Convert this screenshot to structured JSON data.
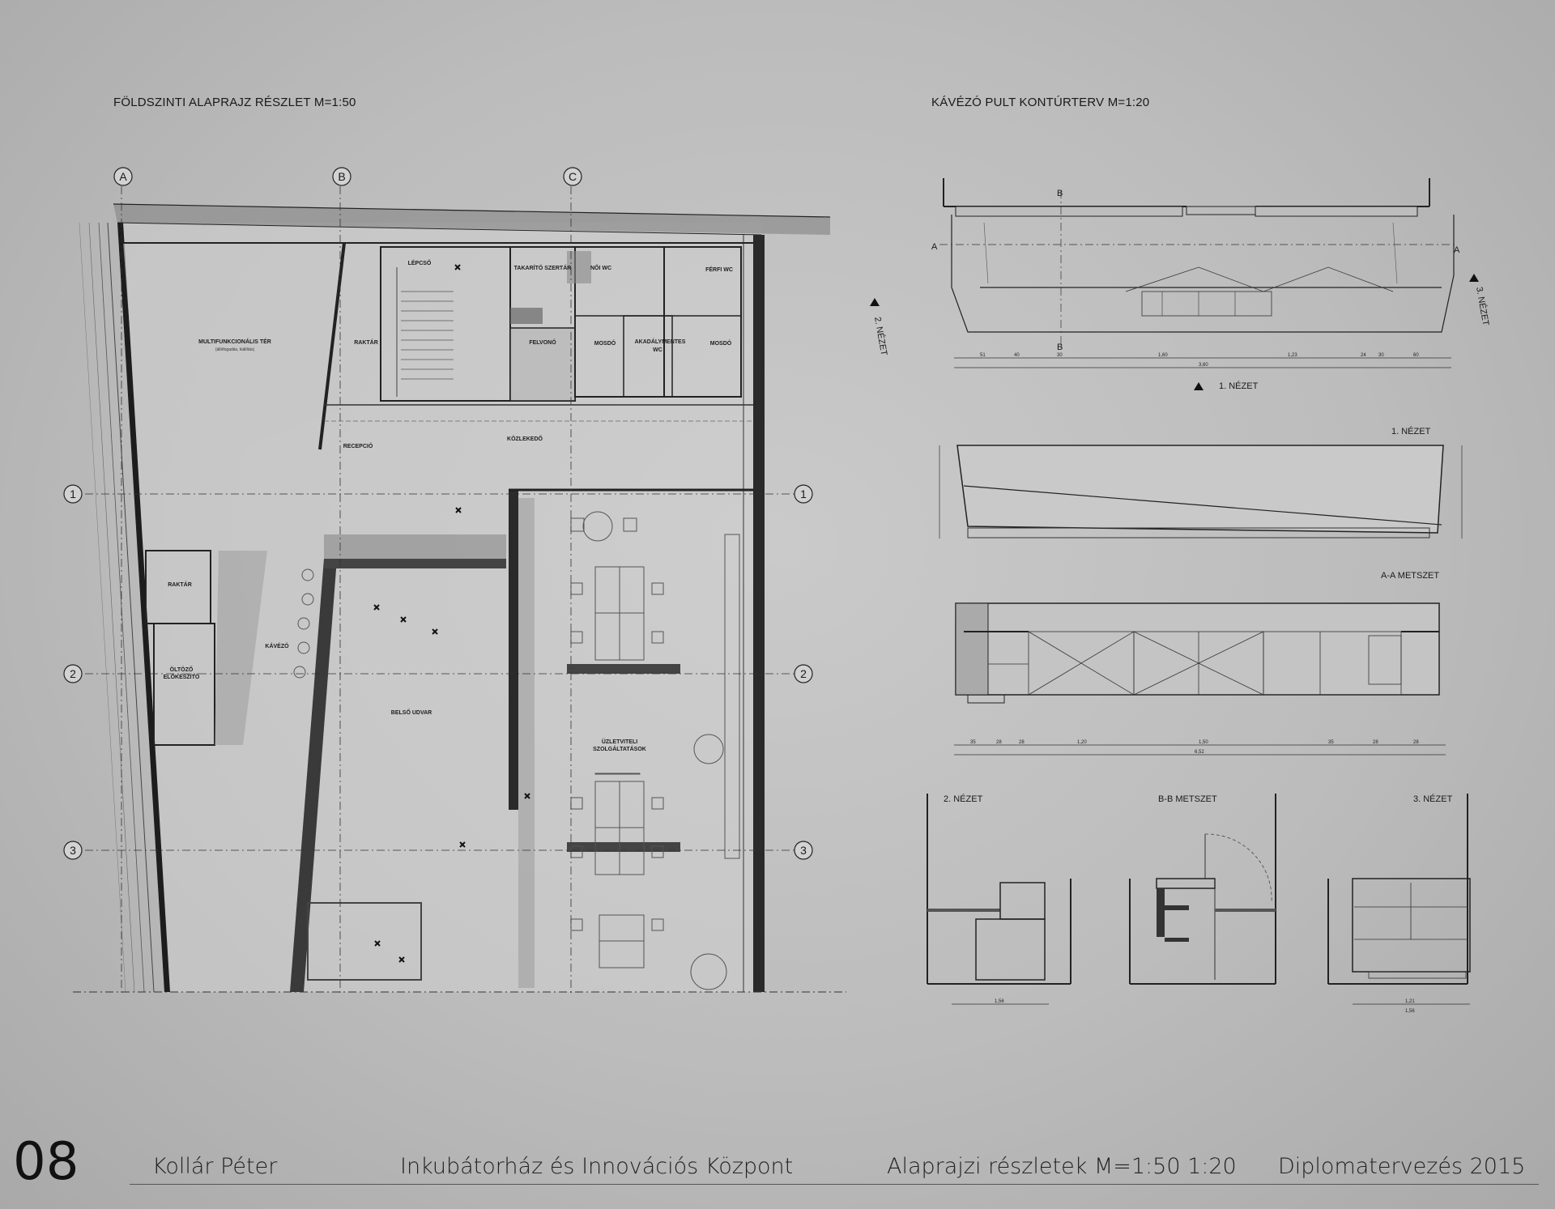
{
  "titles": {
    "floorplan": "FÖLDSZINTI ALAPRAJZ RÉSZLET  M=1:50",
    "counter": "KÁVÉZÓ PULT KONTÚRTERV  M=1:20"
  },
  "grid_letters": [
    "A",
    "B",
    "C"
  ],
  "grid_numbers": [
    "1",
    "2",
    "3"
  ],
  "rooms": {
    "multi": "MULTIFUNKCIONÁLIS TÉR",
    "multi_sub": "(állófogadás, kiállítás)",
    "raktar1": "RAKTÁR",
    "lepcso": "LÉPCSŐ",
    "takarito": "TAKARÍTÓ SZERTÁR",
    "noi_wc": "NŐI WC",
    "ferfi_wc": "FÉRFI WC",
    "felvono": "FELVONÓ",
    "mosdo1": "MOSDÓ",
    "akadaly_wc_1": "AKADÁLYMENTES",
    "akadaly_wc_2": "WC",
    "mosdo2": "MOSDÓ",
    "kozlekedo": "KÖZLEKEDŐ",
    "recepcio": "RECEPCIÓ",
    "raktar2": "RAKTÁR",
    "kavezo": "KÁVÉZÓ",
    "oltozo_1": "ÖLTÖZŐ",
    "oltozo_2": "ELŐKÉSZÍTŐ",
    "belso_udvar": "BELSŐ UDVAR",
    "uzletviteli_1": "ÜZLETVITELI",
    "uzletviteli_2": "SZOLGÁLTATÁSOK"
  },
  "views": {
    "n1_marker": "1. NÉZET",
    "n2_marker": "2. NÉZET",
    "n3_marker": "3. NÉZET",
    "n1_title": "1. NÉZET",
    "aa_title": "A-A METSZET",
    "n2_small": "2. NÉZET",
    "bb_small": "B-B METSZET",
    "n3_small": "3. NÉZET",
    "section_a": "A",
    "section_b": "B"
  },
  "dims": {
    "plan_top": [
      "51",
      "40",
      "30",
      "1,60",
      "1,23",
      "24",
      "30",
      "60"
    ],
    "plan_total": "3,60",
    "aa_row": [
      "35",
      "28",
      "28",
      "1,20",
      "1,50",
      "35",
      "28",
      "28"
    ],
    "aa_total": "6,52",
    "small_a": "1,56",
    "small_b": "1,21",
    "small_c": "1,56"
  },
  "footer": {
    "page": "08",
    "author": "Kollár Péter",
    "project": "Inkubátorház és Innovációs Központ",
    "sheet": "Alaprajzi részletek  M=1:50 1:20",
    "course": "Diplomatervezés 2015"
  }
}
